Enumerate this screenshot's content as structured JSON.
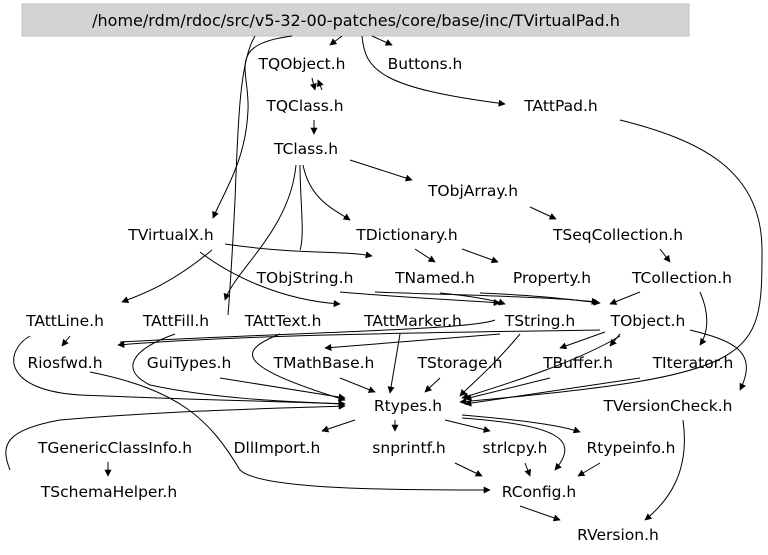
{
  "colors": {
    "root_fill": "#d3d3d3",
    "root_stroke": "#c0c0c0",
    "edge": "#000000",
    "text": "#000000",
    "background": "#ffffff"
  },
  "nodes": {
    "root": "/home/rdm/rdoc/src/v5-32-00-patches/core/base/inc/TVirtualPad.h",
    "tqobject": "TQObject.h",
    "buttons": "Buttons.h",
    "tqclass": "TQClass.h",
    "tattpad": "TAttPad.h",
    "tclass": "TClass.h",
    "tobjarray": "TObjArray.h",
    "tvirtualx": "TVirtualX.h",
    "tdictionary": "TDictionary.h",
    "tseqcollection": "TSeqCollection.h",
    "tobjstring": "TObjString.h",
    "tnamed": "TNamed.h",
    "property": "Property.h",
    "tcollection": "TCollection.h",
    "tattline": "TAttLine.h",
    "tattfill": "TAttFill.h",
    "tatttext": "TAttText.h",
    "tattmarker": "TAttMarker.h",
    "tstring": "TString.h",
    "tobject": "TObject.h",
    "riosfwd": "Riosfwd.h",
    "guitypes": "GuiTypes.h",
    "tmathbase": "TMathBase.h",
    "tstorage": "TStorage.h",
    "tbuffer": "TBuffer.h",
    "titerator": "TIterator.h",
    "rtypes": "Rtypes.h",
    "tversioncheck": "TVersionCheck.h",
    "tgenericclassinfo": "TGenericClassInfo.h",
    "dllimport": "DllImport.h",
    "snprintf": "snprintf.h",
    "strlcpy": "strlcpy.h",
    "rtypeinfo": "Rtypeinfo.h",
    "tschemahelper": "TSchemaHelper.h",
    "rconfig": "RConfig.h",
    "rversion": "RVersion.h"
  }
}
